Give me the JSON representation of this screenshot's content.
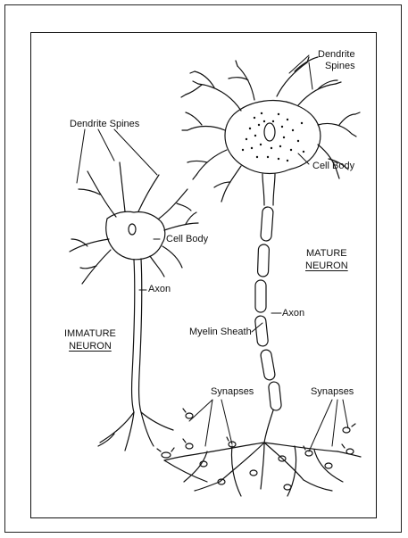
{
  "labels": {
    "mature_dendrite_spines_1": "Dendrite",
    "mature_dendrite_spines_2": "Spines",
    "mature_cell_body": "Cell Body",
    "mature_title_1": "MATURE",
    "mature_title_2": "NEURON",
    "mature_axon": "Axon",
    "myelin_sheath": "Myelin Sheath",
    "synapses_left": "Synapses",
    "synapses_right": "Synapses",
    "immature_dendrite_spines": "Dendrite Spines",
    "immature_cell_body": "Cell Body",
    "immature_axon": "Axon",
    "immature_title_1": "IMMATURE",
    "immature_title_2": "NEURON"
  }
}
